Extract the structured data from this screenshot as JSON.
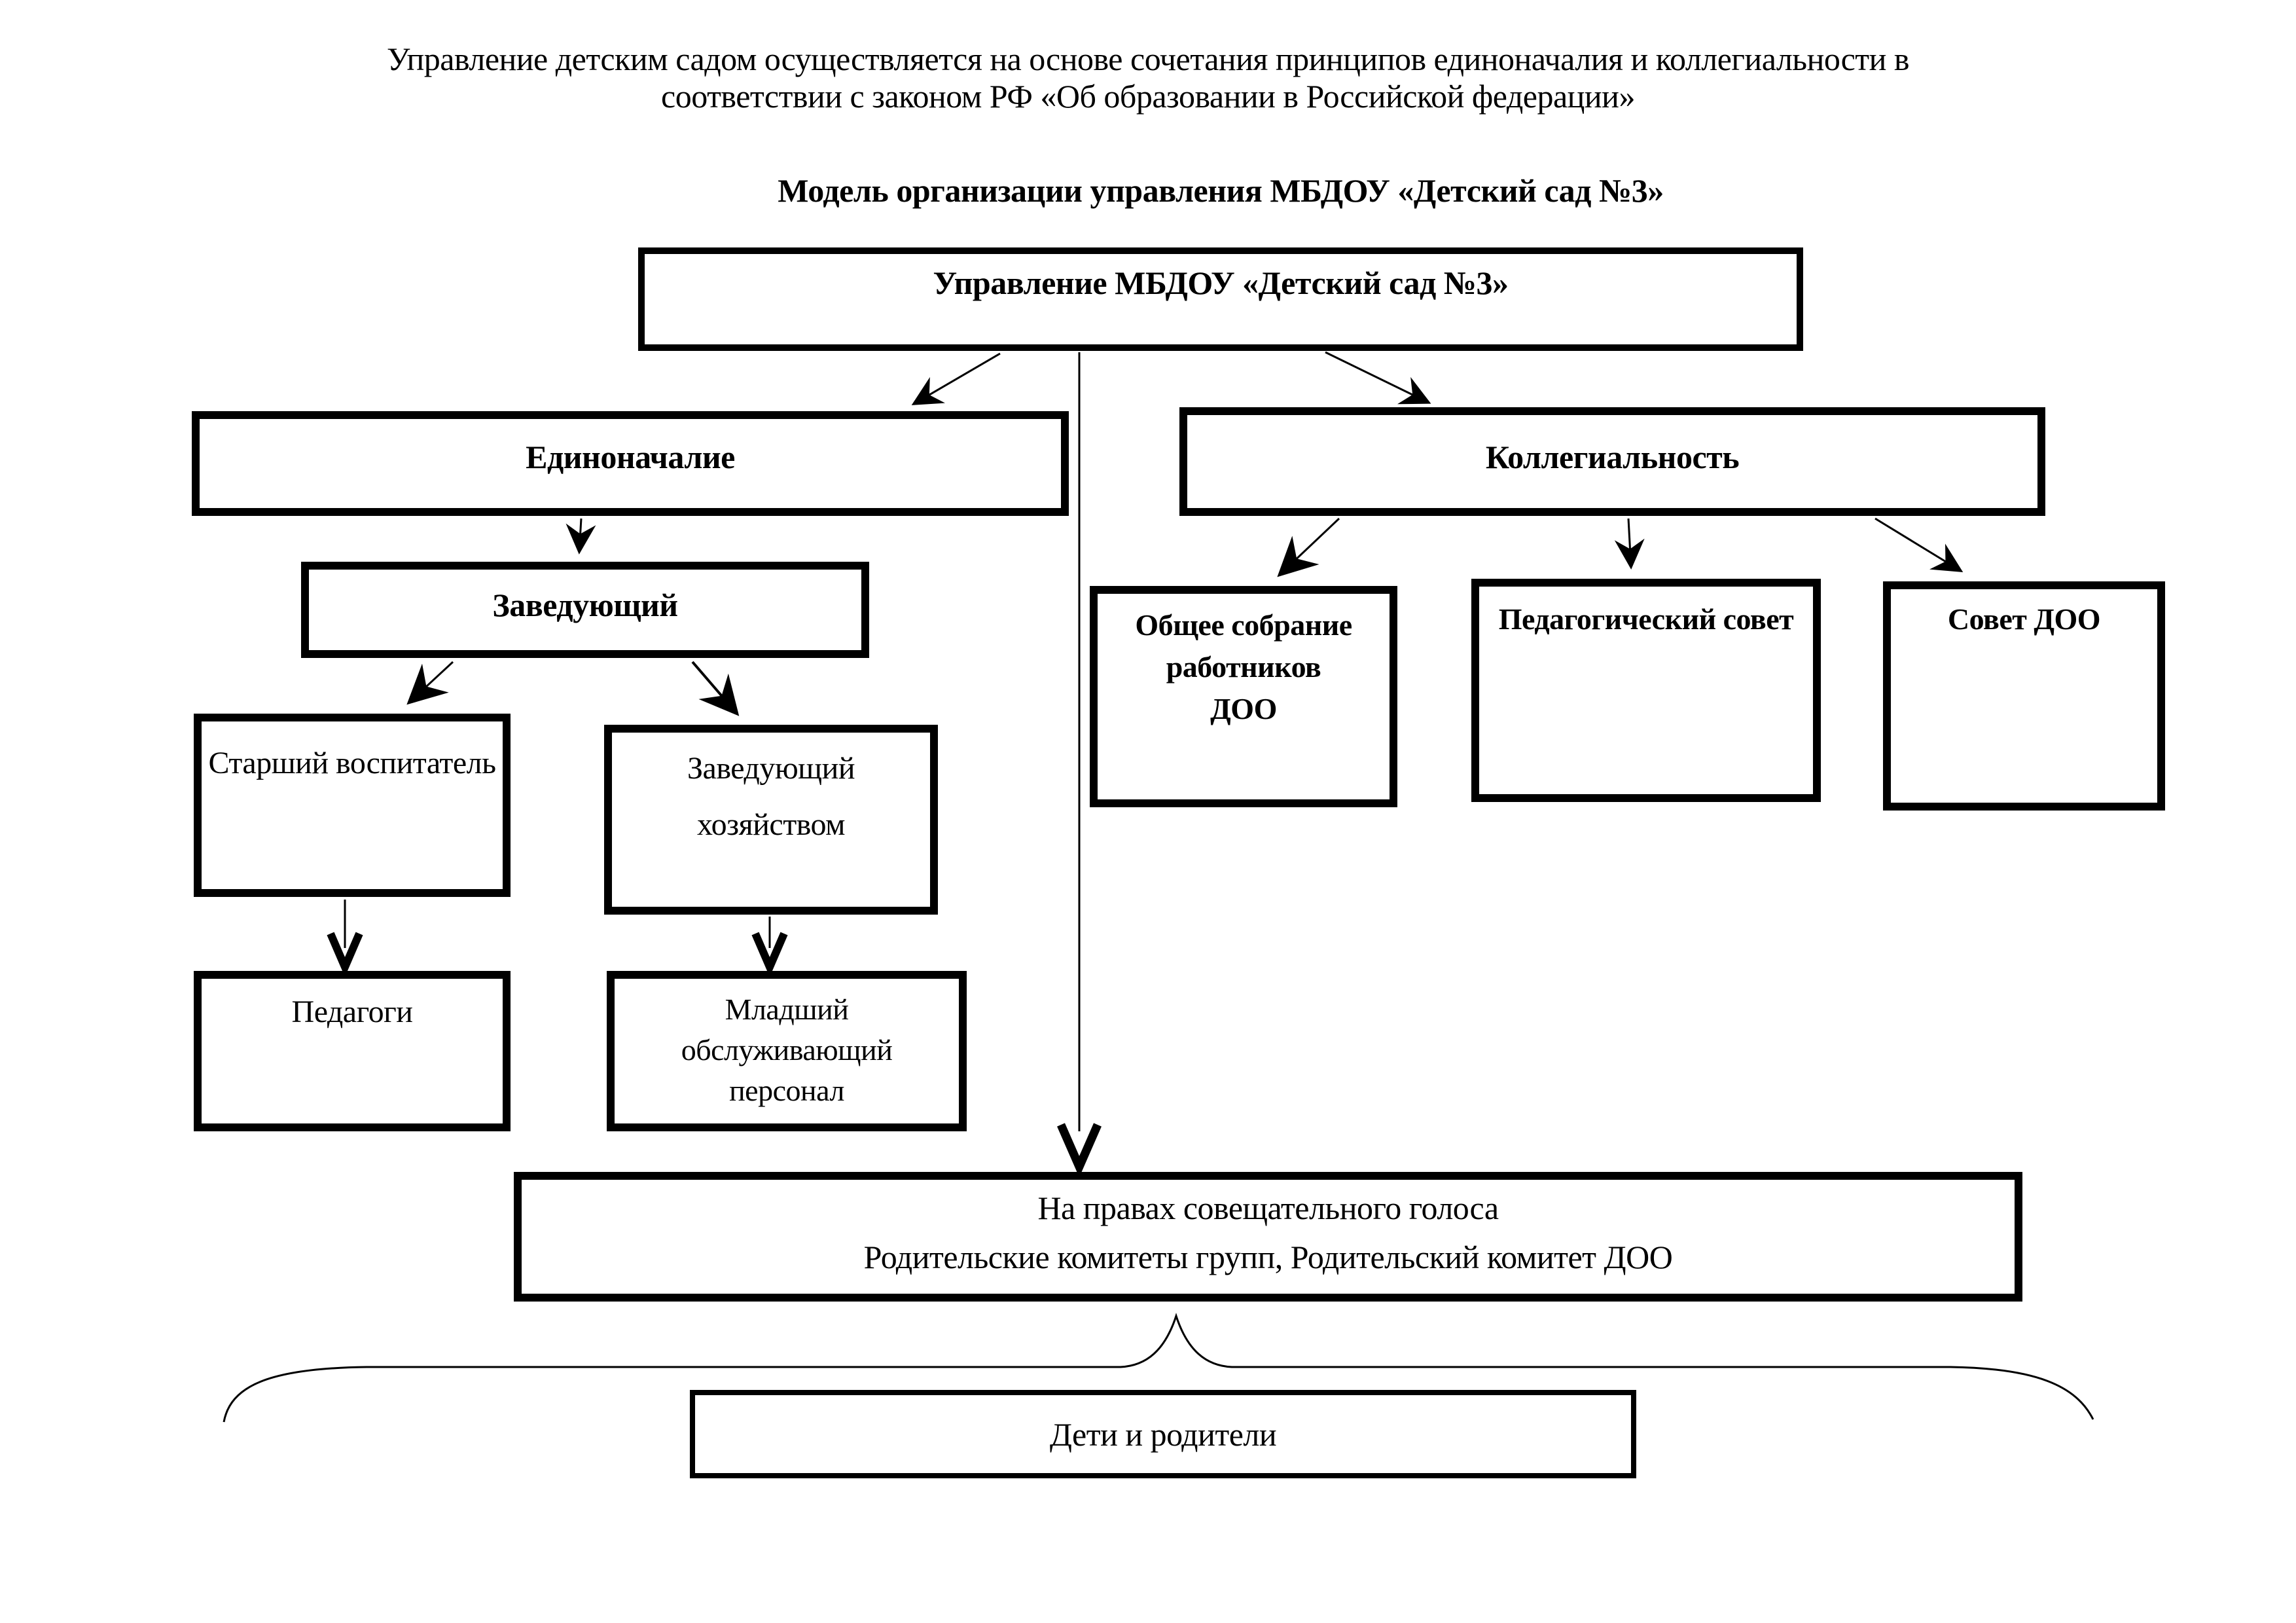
{
  "page": {
    "intro_line1": "Управление детским садом осуществляется на основе сочетания принципов единоначалия и коллегиальности в",
    "intro_line2": "соответствии с законом РФ «Об образовании в Российской федерации»",
    "diagram_title": "Модель организации управления МБДОУ «Детский сад №3»"
  },
  "nodes": {
    "management": {
      "label": "Управление МБДОУ «Детский сад №3»"
    },
    "edinonachalie": {
      "label": "Единоначалие"
    },
    "kollegialnost": {
      "label": "Коллегиальность"
    },
    "zaveduyushchiy": {
      "label": "Заведующий"
    },
    "starshiy_vospitatel": {
      "label": "Старший воспитатель"
    },
    "zav_khozyaystvom": {
      "label": "Заведующий хозяйством"
    },
    "pedagogi": {
      "label": "Педагоги"
    },
    "mladshiy_personal": {
      "label": "Младший обслуживающий персонал"
    },
    "obshchee_sobranie": {
      "label": "Общее собрание работников ДОО"
    },
    "pedsovet": {
      "label": "Педагогический совет"
    },
    "sovet_doo": {
      "label": "Совет ДОО"
    },
    "roditelskie": {
      "line1": "На правах совещательного голоса",
      "line2": "Родительские комитеты групп, Родительский комитет ДОО"
    },
    "deti_roditeli": {
      "label": "Дети и родители"
    }
  },
  "colors": {
    "ink": "#000000",
    "background": "#ffffff"
  }
}
